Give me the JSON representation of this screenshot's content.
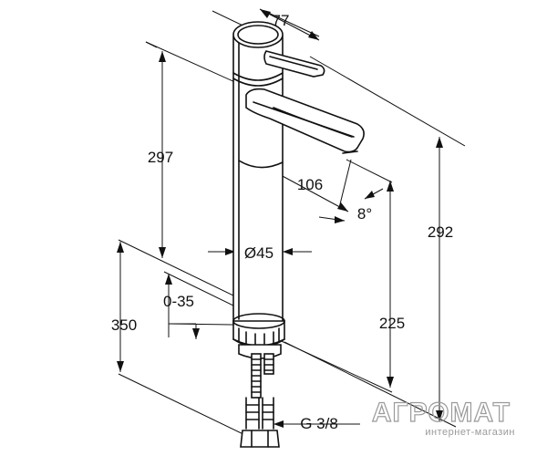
{
  "dimensions": {
    "handle_width": "77",
    "height_top": "297",
    "spout_reach": "106",
    "spout_angle": "8°",
    "body_diameter": "Ø45",
    "total_height": "292",
    "spout_height": "225",
    "mount_range": "0-35",
    "below_mount": "350",
    "thread": "G 3/8"
  },
  "watermark": {
    "brand": "АГРОМАТ",
    "tagline": "интернет-магазин"
  },
  "colors": {
    "line": "#111111",
    "watermark": "#9a9a9a"
  }
}
